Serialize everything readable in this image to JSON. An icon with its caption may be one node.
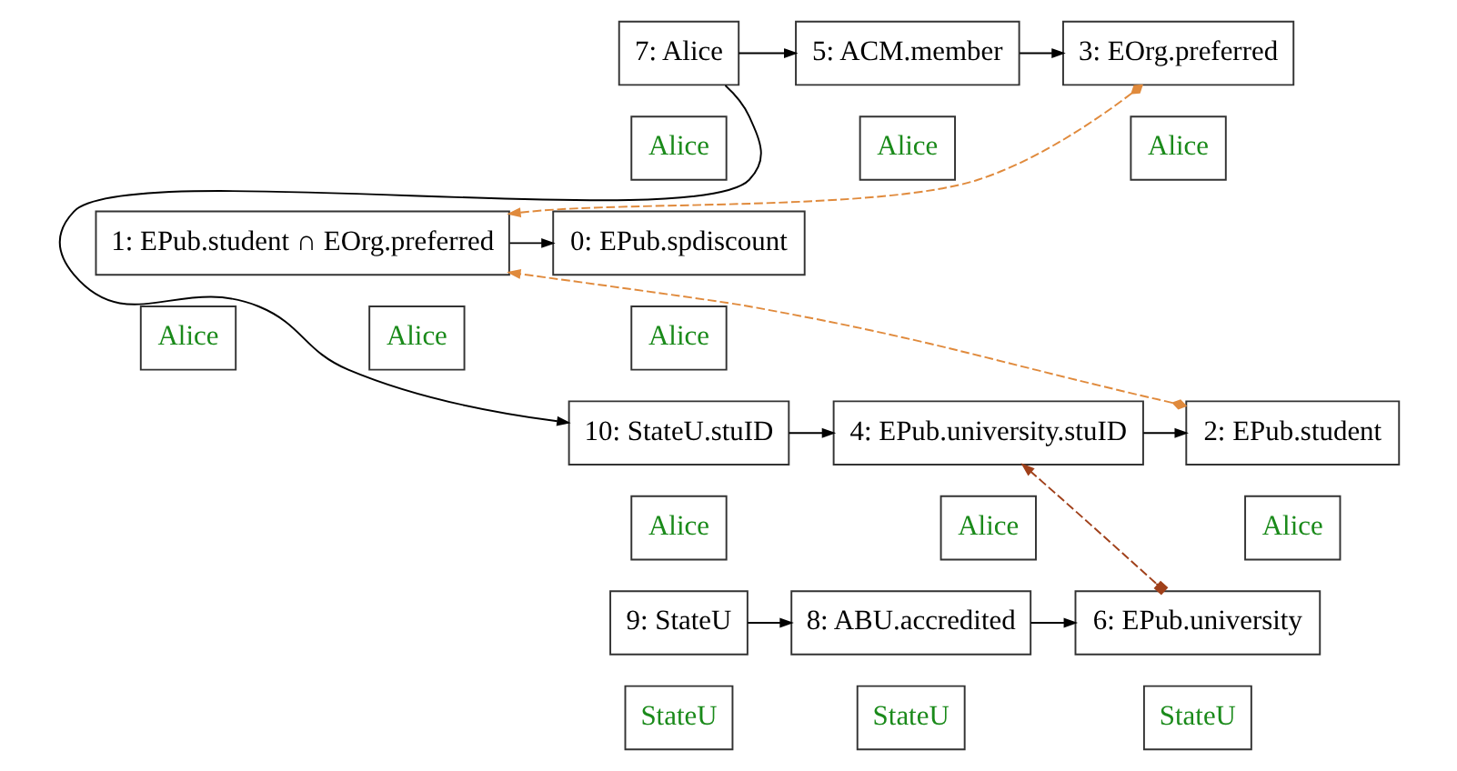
{
  "diagram": {
    "nodes": [
      {
        "text": [
          "7: Alice"
        ]
      },
      {
        "text": [
          "Alice"
        ]
      },
      {
        "text": [
          "5: ACM.member"
        ]
      },
      {
        "text": [
          "Alice"
        ]
      },
      {
        "text": [
          "3: EOrg.preferred"
        ]
      },
      {
        "text": [
          "Alice"
        ]
      },
      {
        "text": [
          "0: EPub.spdiscount"
        ]
      },
      {
        "text": [
          "Alice"
        ]
      },
      {
        "text": [
          "1: EPub.student ∩ EOrg.preferred"
        ]
      },
      {
        "text": [
          "Alice"
        ]
      },
      {
        "text": [
          "Alice"
        ]
      },
      {
        "text": [
          "10: StateU.stuID"
        ]
      },
      {
        "text": [
          "Alice"
        ]
      },
      {
        "text": [
          "4: EPub.university.stuID"
        ]
      },
      {
        "text": [
          "Alice"
        ]
      },
      {
        "text": [
          "2: EPub.student"
        ]
      },
      {
        "text": [
          "Alice"
        ]
      },
      {
        "text": [
          "9: StateU"
        ]
      },
      {
        "text": [
          "StateU"
        ]
      },
      {
        "text": [
          "8: ABU.accredited"
        ]
      },
      {
        "text": [
          "StateU"
        ]
      },
      {
        "text": [
          "6: EPub.university"
        ]
      },
      {
        "text": [
          "StateU"
        ]
      }
    ],
    "edges": [
      {
        "from": 0,
        "to": 2,
        "arrow": "to"
      },
      {
        "from": 2,
        "to": 4,
        "arrow": "to"
      },
      {
        "from": 4,
        "to": 8,
        "arrow": "to",
        "style": "dashed",
        "color": "#e08a3c"
      },
      {
        "from": 8,
        "to": 6,
        "arrow": "to"
      },
      {
        "from": 15,
        "to": 8,
        "arrow": "to",
        "style": "dashed",
        "color": "#e08a3c"
      },
      {
        "from": 0,
        "to": 11,
        "arrow": "to"
      },
      {
        "from": 11,
        "to": 13,
        "arrow": "to"
      },
      {
        "from": 13,
        "to": 15,
        "arrow": "to"
      },
      {
        "from": 21,
        "to": 13,
        "arrow": "to",
        "style": "dashed",
        "color": "#a0401a"
      },
      {
        "from": 17,
        "to": 19,
        "arrow": "to"
      },
      {
        "from": 19,
        "to": 21,
        "arrow": "to"
      }
    ]
  }
}
